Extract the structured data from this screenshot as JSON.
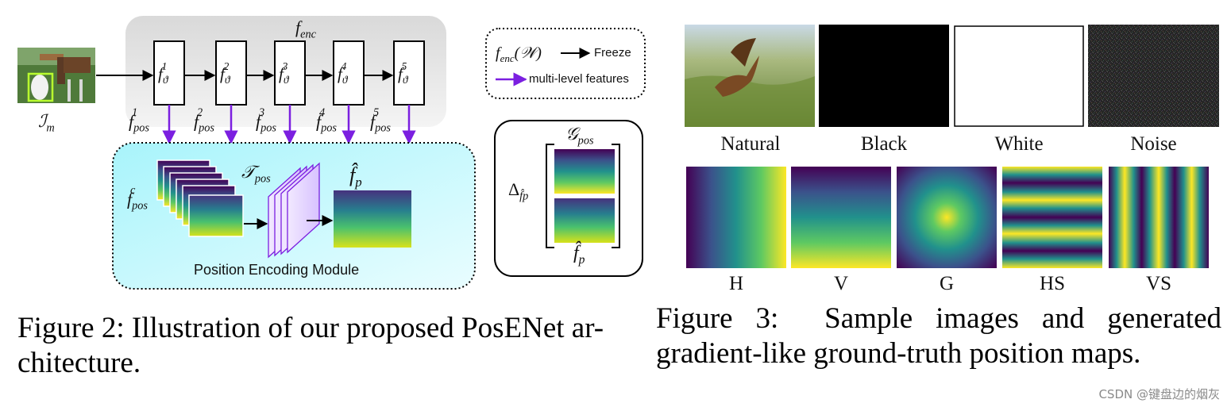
{
  "figure2": {
    "enc_label": "f_enc",
    "stages": [
      {
        "name": "f_ϑ^1",
        "base": "f",
        "sub": "ϑ",
        "sup": "1",
        "pos_base": "f",
        "pos_sub": "pos",
        "pos_sup": "1"
      },
      {
        "name": "f_ϑ^2",
        "base": "f",
        "sub": "ϑ",
        "sup": "2",
        "pos_base": "f",
        "pos_sub": "pos",
        "pos_sup": "2"
      },
      {
        "name": "f_ϑ^3",
        "base": "f",
        "sub": "ϑ",
        "sup": "3",
        "pos_base": "f",
        "pos_sub": "pos",
        "pos_sup": "3"
      },
      {
        "name": "f_ϑ^4",
        "base": "f",
        "sub": "ϑ",
        "sup": "4",
        "pos_base": "f",
        "pos_sub": "pos",
        "pos_sup": "4"
      },
      {
        "name": "f_ϑ^5",
        "base": "f",
        "sub": "ϑ",
        "sup": "5",
        "pos_base": "f",
        "pos_sub": "pos",
        "pos_sup": "5"
      }
    ],
    "input_label": {
      "base": "ℐ",
      "sub": "m"
    },
    "fpos_c": {
      "base": "f",
      "sub": "pos",
      "sup": "c"
    },
    "tpos": {
      "base": "𝒯",
      "sub": "pos"
    },
    "fp_hat": {
      "base": "f̂",
      "sub": "p"
    },
    "module_label": "Position Encoding Module",
    "legend": {
      "freeze_formula": "f_enc(𝒲)",
      "freeze_base": "f",
      "freeze_sub": "enc",
      "freeze_arg": "(𝒲)",
      "freeze_label": "Freeze",
      "features_label": "multi-level features"
    },
    "loss_box": {
      "gpos": {
        "base": "𝒢",
        "sub": "pos"
      },
      "delta": {
        "base": "Δ",
        "sub": "f̂p"
      },
      "fp_hat": {
        "base": "f̂",
        "sub": "p"
      }
    },
    "caption": "Figure 2: Illustration of our proposed PosENet ar-chitecture.",
    "caption_line1": "Figure 2: Illustration of our proposed PosENet ar-",
    "caption_line2": "chitecture."
  },
  "figure3": {
    "row1": [
      {
        "label": "Natural",
        "kind": "photo"
      },
      {
        "label": "Black",
        "fill": "#000000"
      },
      {
        "label": "White",
        "fill": "#ffffff"
      },
      {
        "label": "Noise",
        "fill": "#2a2a2a"
      }
    ],
    "row2": [
      {
        "label": "H",
        "kind": "horizontal-gradient"
      },
      {
        "label": "V",
        "kind": "vertical-gradient"
      },
      {
        "label": "G",
        "kind": "gaussian"
      },
      {
        "label": "HS",
        "kind": "horizontal-stripes"
      },
      {
        "label": "VS",
        "kind": "vertical-stripes"
      }
    ],
    "caption_line1": "Figure 3:  Sample images and generated",
    "caption_line2": "gradient-like ground-truth position maps."
  },
  "colors": {
    "accent_purple": "#7b1fe0",
    "enc_bg": "#e3e3e3",
    "module_bg": "#b6f6fb"
  },
  "watermark": "CSDN @键盘边的烟灰"
}
